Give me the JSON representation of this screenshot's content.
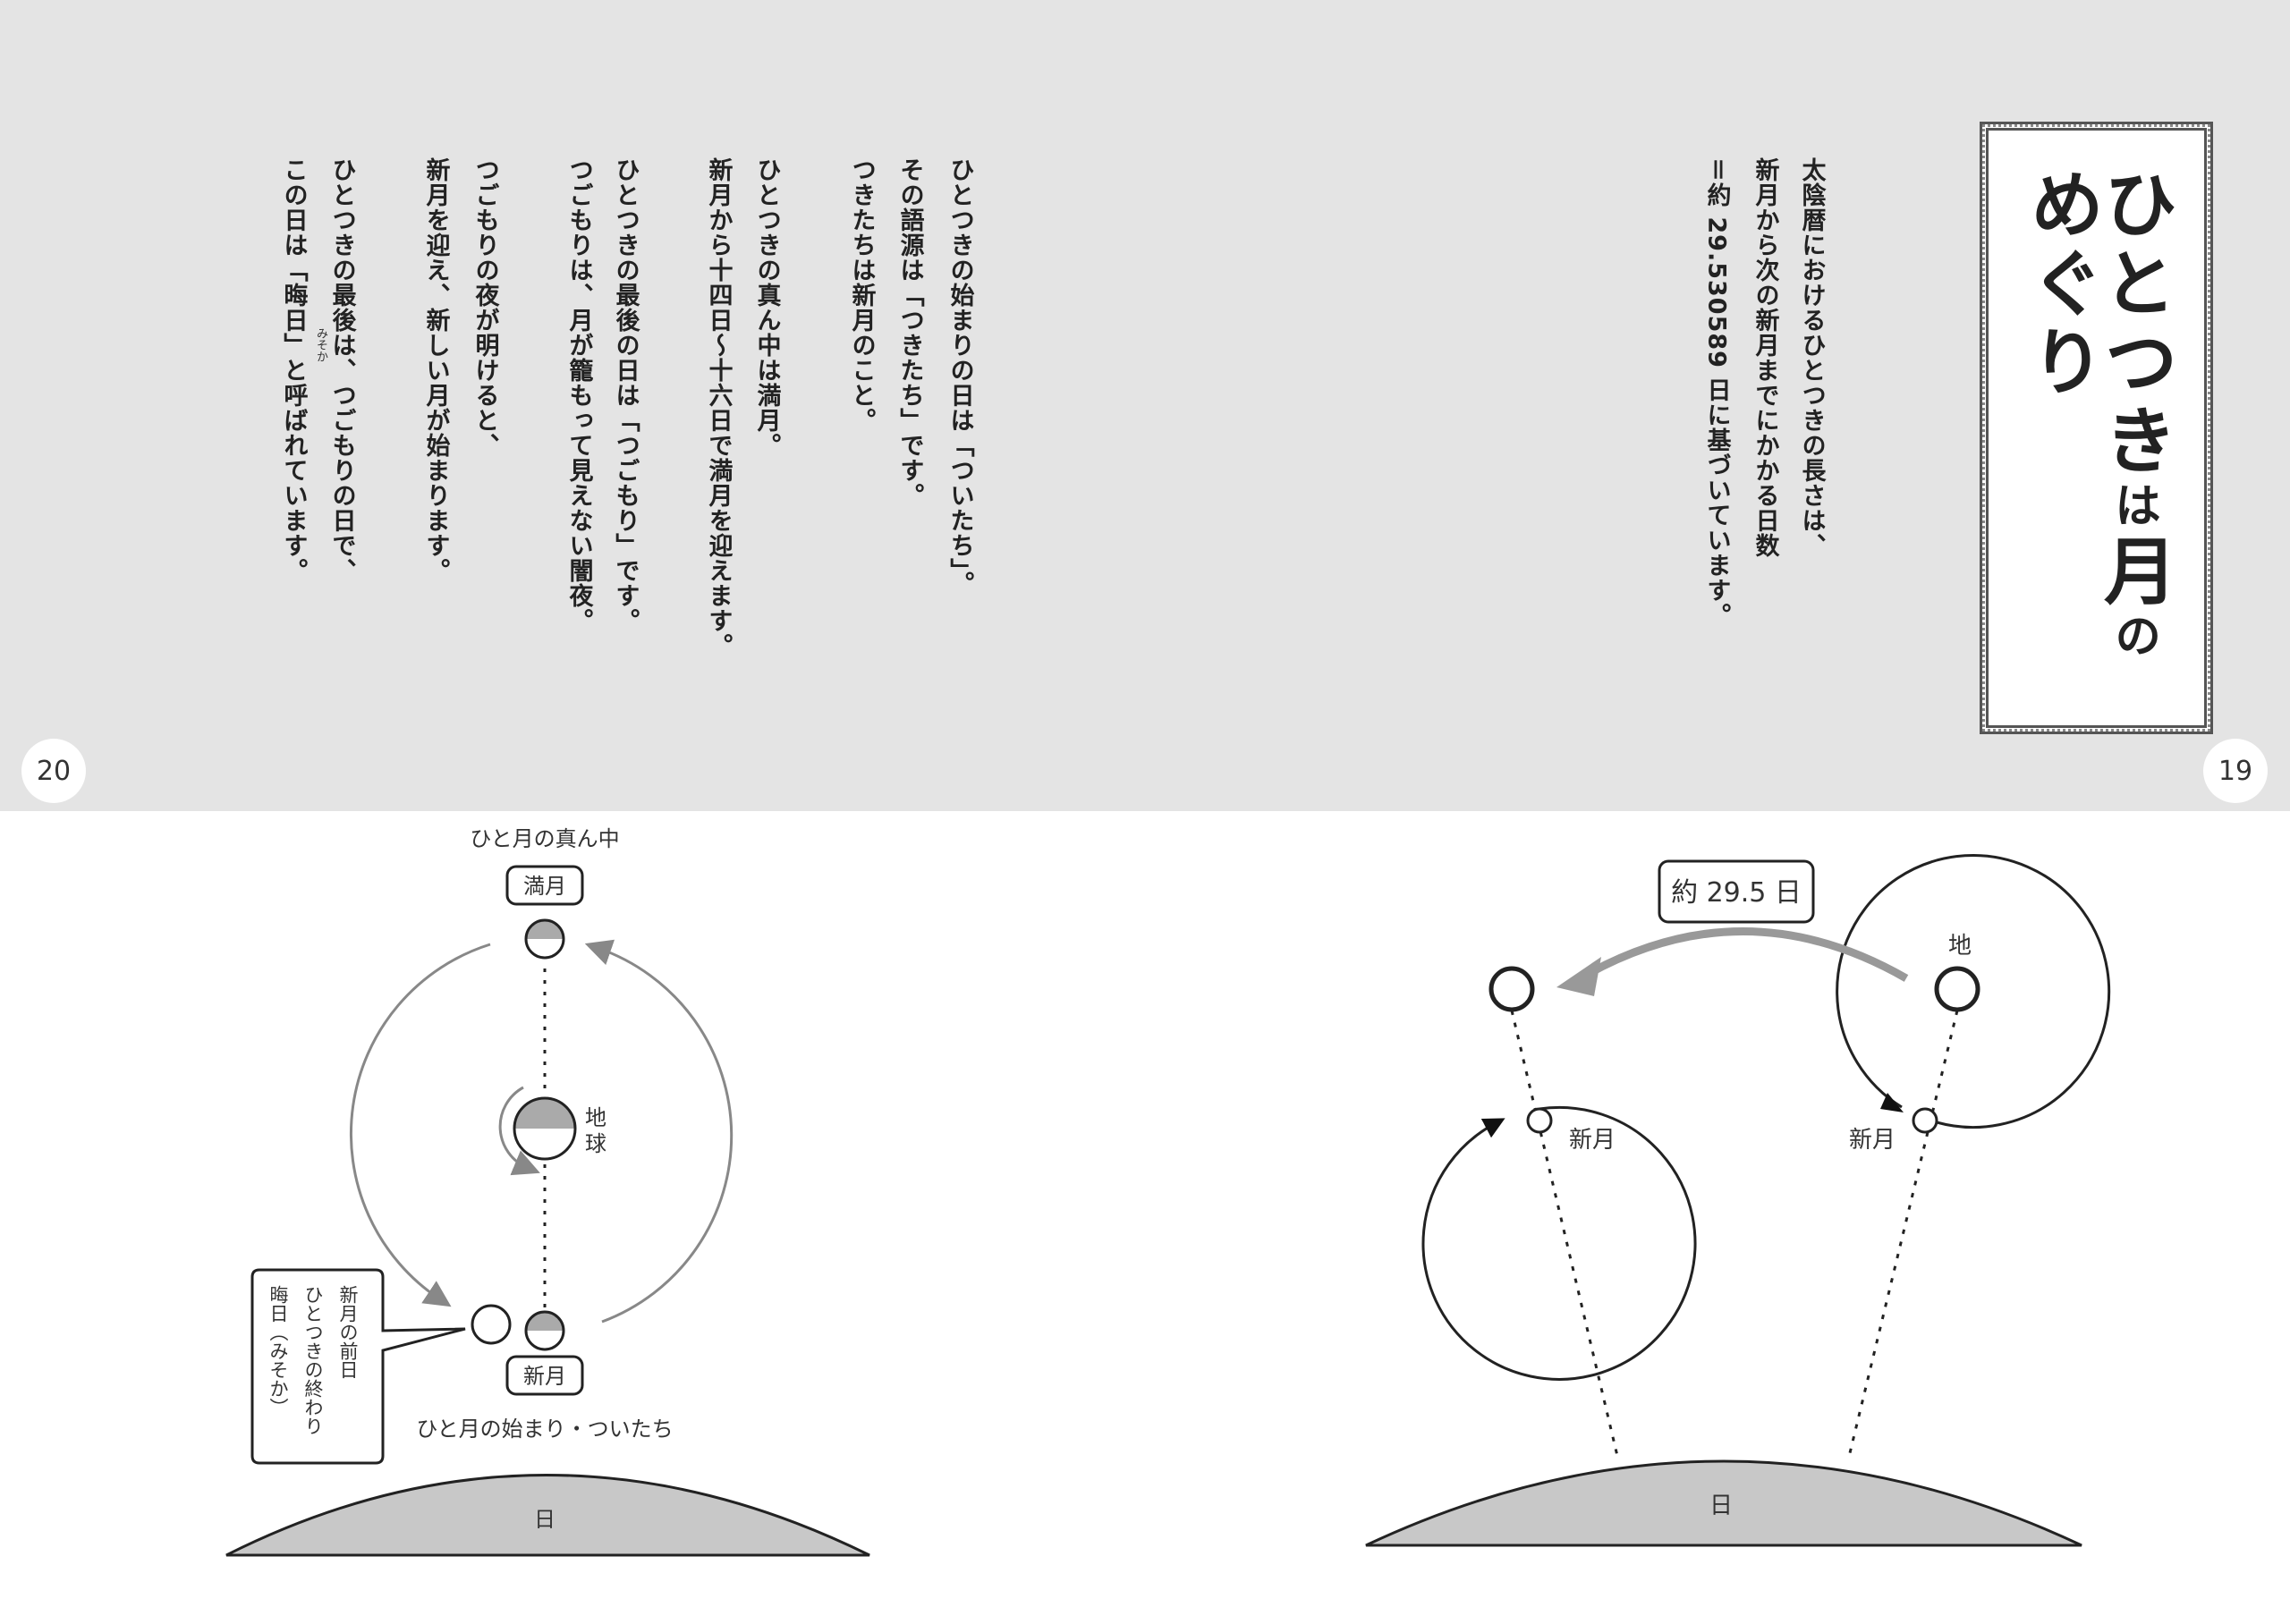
{
  "right_page": {
    "page_number": "19",
    "title": {
      "part1": "ひとつき",
      "part2": "は",
      "part3": "月",
      "part4": "の",
      "part5": "めぐり"
    },
    "intro_lines": [
      "太陰暦におけるひとつきの長さは、",
      "新月から次の新月までにかかる日数",
      "＝約 29.530589 日に基づいています。"
    ]
  },
  "left_page": {
    "page_number": "20",
    "body_lines": [
      "ひとつきの始まりの日は「ついたち」。",
      "その語源は「つきたち」です。",
      "つきたちは新月のこと。",
      "ひとつきの真ん中は満月。",
      "新月から十四日〜十六日で満月を迎えます。",
      "ひとつきの最後の日は「つごもり」です。",
      "つごもりは、月が籠もって見えない闇夜。",
      "つごもりの夜が明けると、",
      "新月を迎え、新しい月が始まります。",
      "ひとつきの最後は、つごもりの日で、",
      "この日は「晦日」と呼ばれています。"
    ],
    "ruby": "みそか"
  },
  "left_diagram": {
    "mid_caption": "ひと月の真ん中",
    "full_moon_label": "満月",
    "earth_label_1": "地",
    "earth_label_2": "球",
    "new_moon_label": "新月",
    "start_caption": "ひと月の始まり・ついたち",
    "callout_lines": [
      "新月の前日",
      "ひとつきの終わり",
      "晦日（みそか）"
    ],
    "sun_label": "日"
  },
  "right_diagram": {
    "period_label": "約 29.5 日",
    "earth_label": "地",
    "new_moon_label_left": "新月",
    "new_moon_label_right": "新月",
    "sun_label": "日"
  },
  "colors": {
    "band": "#e4e4e4",
    "shade": "#aaaaaa",
    "sun": "#c8c8c8",
    "arrow": "#888888"
  }
}
